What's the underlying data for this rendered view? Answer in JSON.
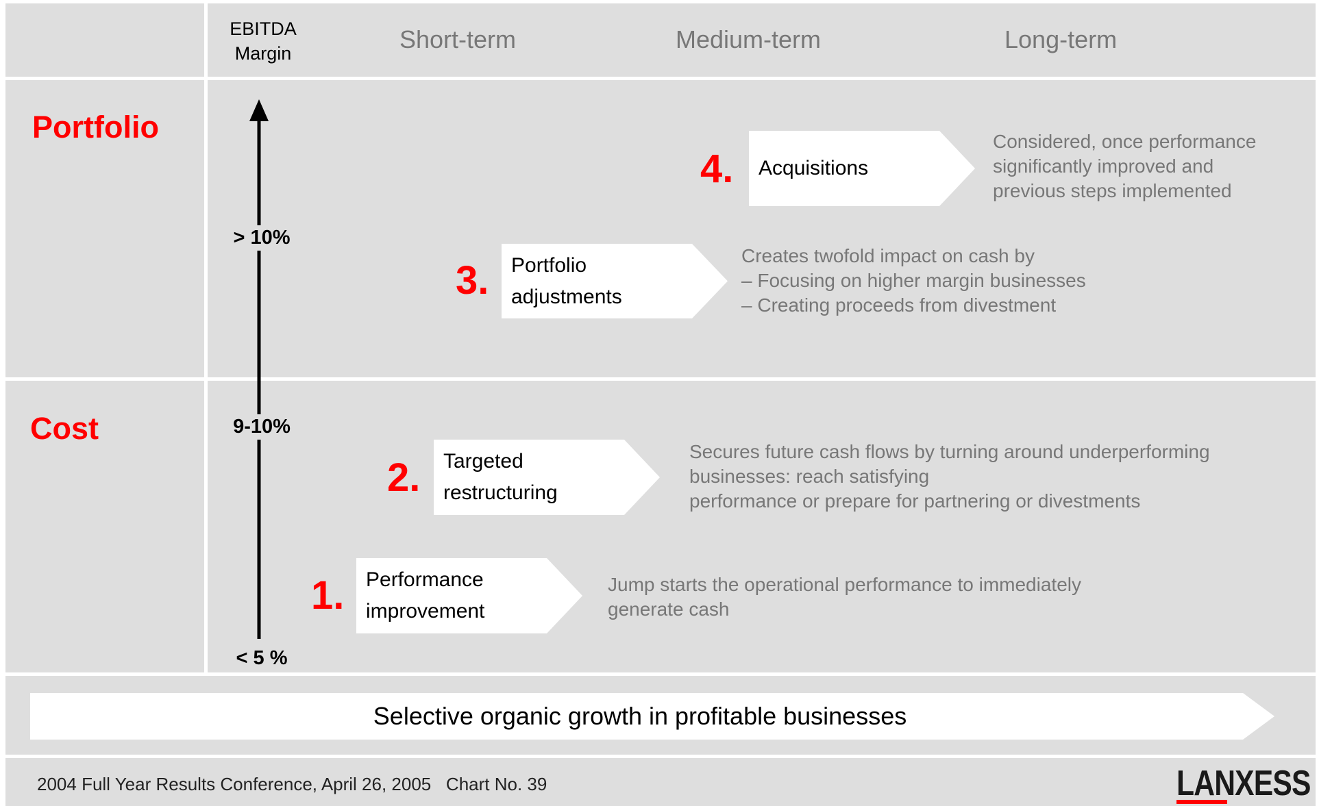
{
  "header": {
    "ebitda_line1": "EBITDA",
    "ebitda_line2": "Margin",
    "short_term": "Short-term",
    "medium_term": "Medium-term",
    "long_term": "Long-term"
  },
  "rows": {
    "portfolio": "Portfolio",
    "cost": "Cost"
  },
  "axis": {
    "high": "> 10%",
    "mid": "9-10%",
    "low": "< 5 %"
  },
  "steps": [
    {
      "number": "1.",
      "label_line1": "Performance",
      "label_line2": "improvement",
      "description": [
        "Jump starts the operational performance to immediately",
        "generate cash"
      ]
    },
    {
      "number": "2.",
      "label_line1": "Targeted",
      "label_line2": "restructuring",
      "description": [
        "Secures future cash flows by turning around underperforming",
        "businesses: reach satisfying",
        "performance or prepare for partnering or divestments"
      ]
    },
    {
      "number": "3.",
      "label_line1": "Portfolio",
      "label_line2": "adjustments",
      "description": [
        "Creates  twofold impact on cash by",
        "– Focusing on higher margin businesses",
        "– Creating proceeds from divestment"
      ]
    },
    {
      "number": "4.",
      "label_line1": "Acquisitions",
      "description": [
        "Considered, once performance",
        "significantly improved and",
        "previous steps implemented"
      ]
    }
  ],
  "growth_banner": "Selective organic growth in profitable businesses",
  "footer": {
    "text": "2004 Full Year Results Conference, April 26, 2005   Chart No. 39",
    "logo": "LANXESS"
  },
  "colors": {
    "accent": "#ff0000",
    "panel": "#dedede",
    "muted_text": "#777777"
  }
}
